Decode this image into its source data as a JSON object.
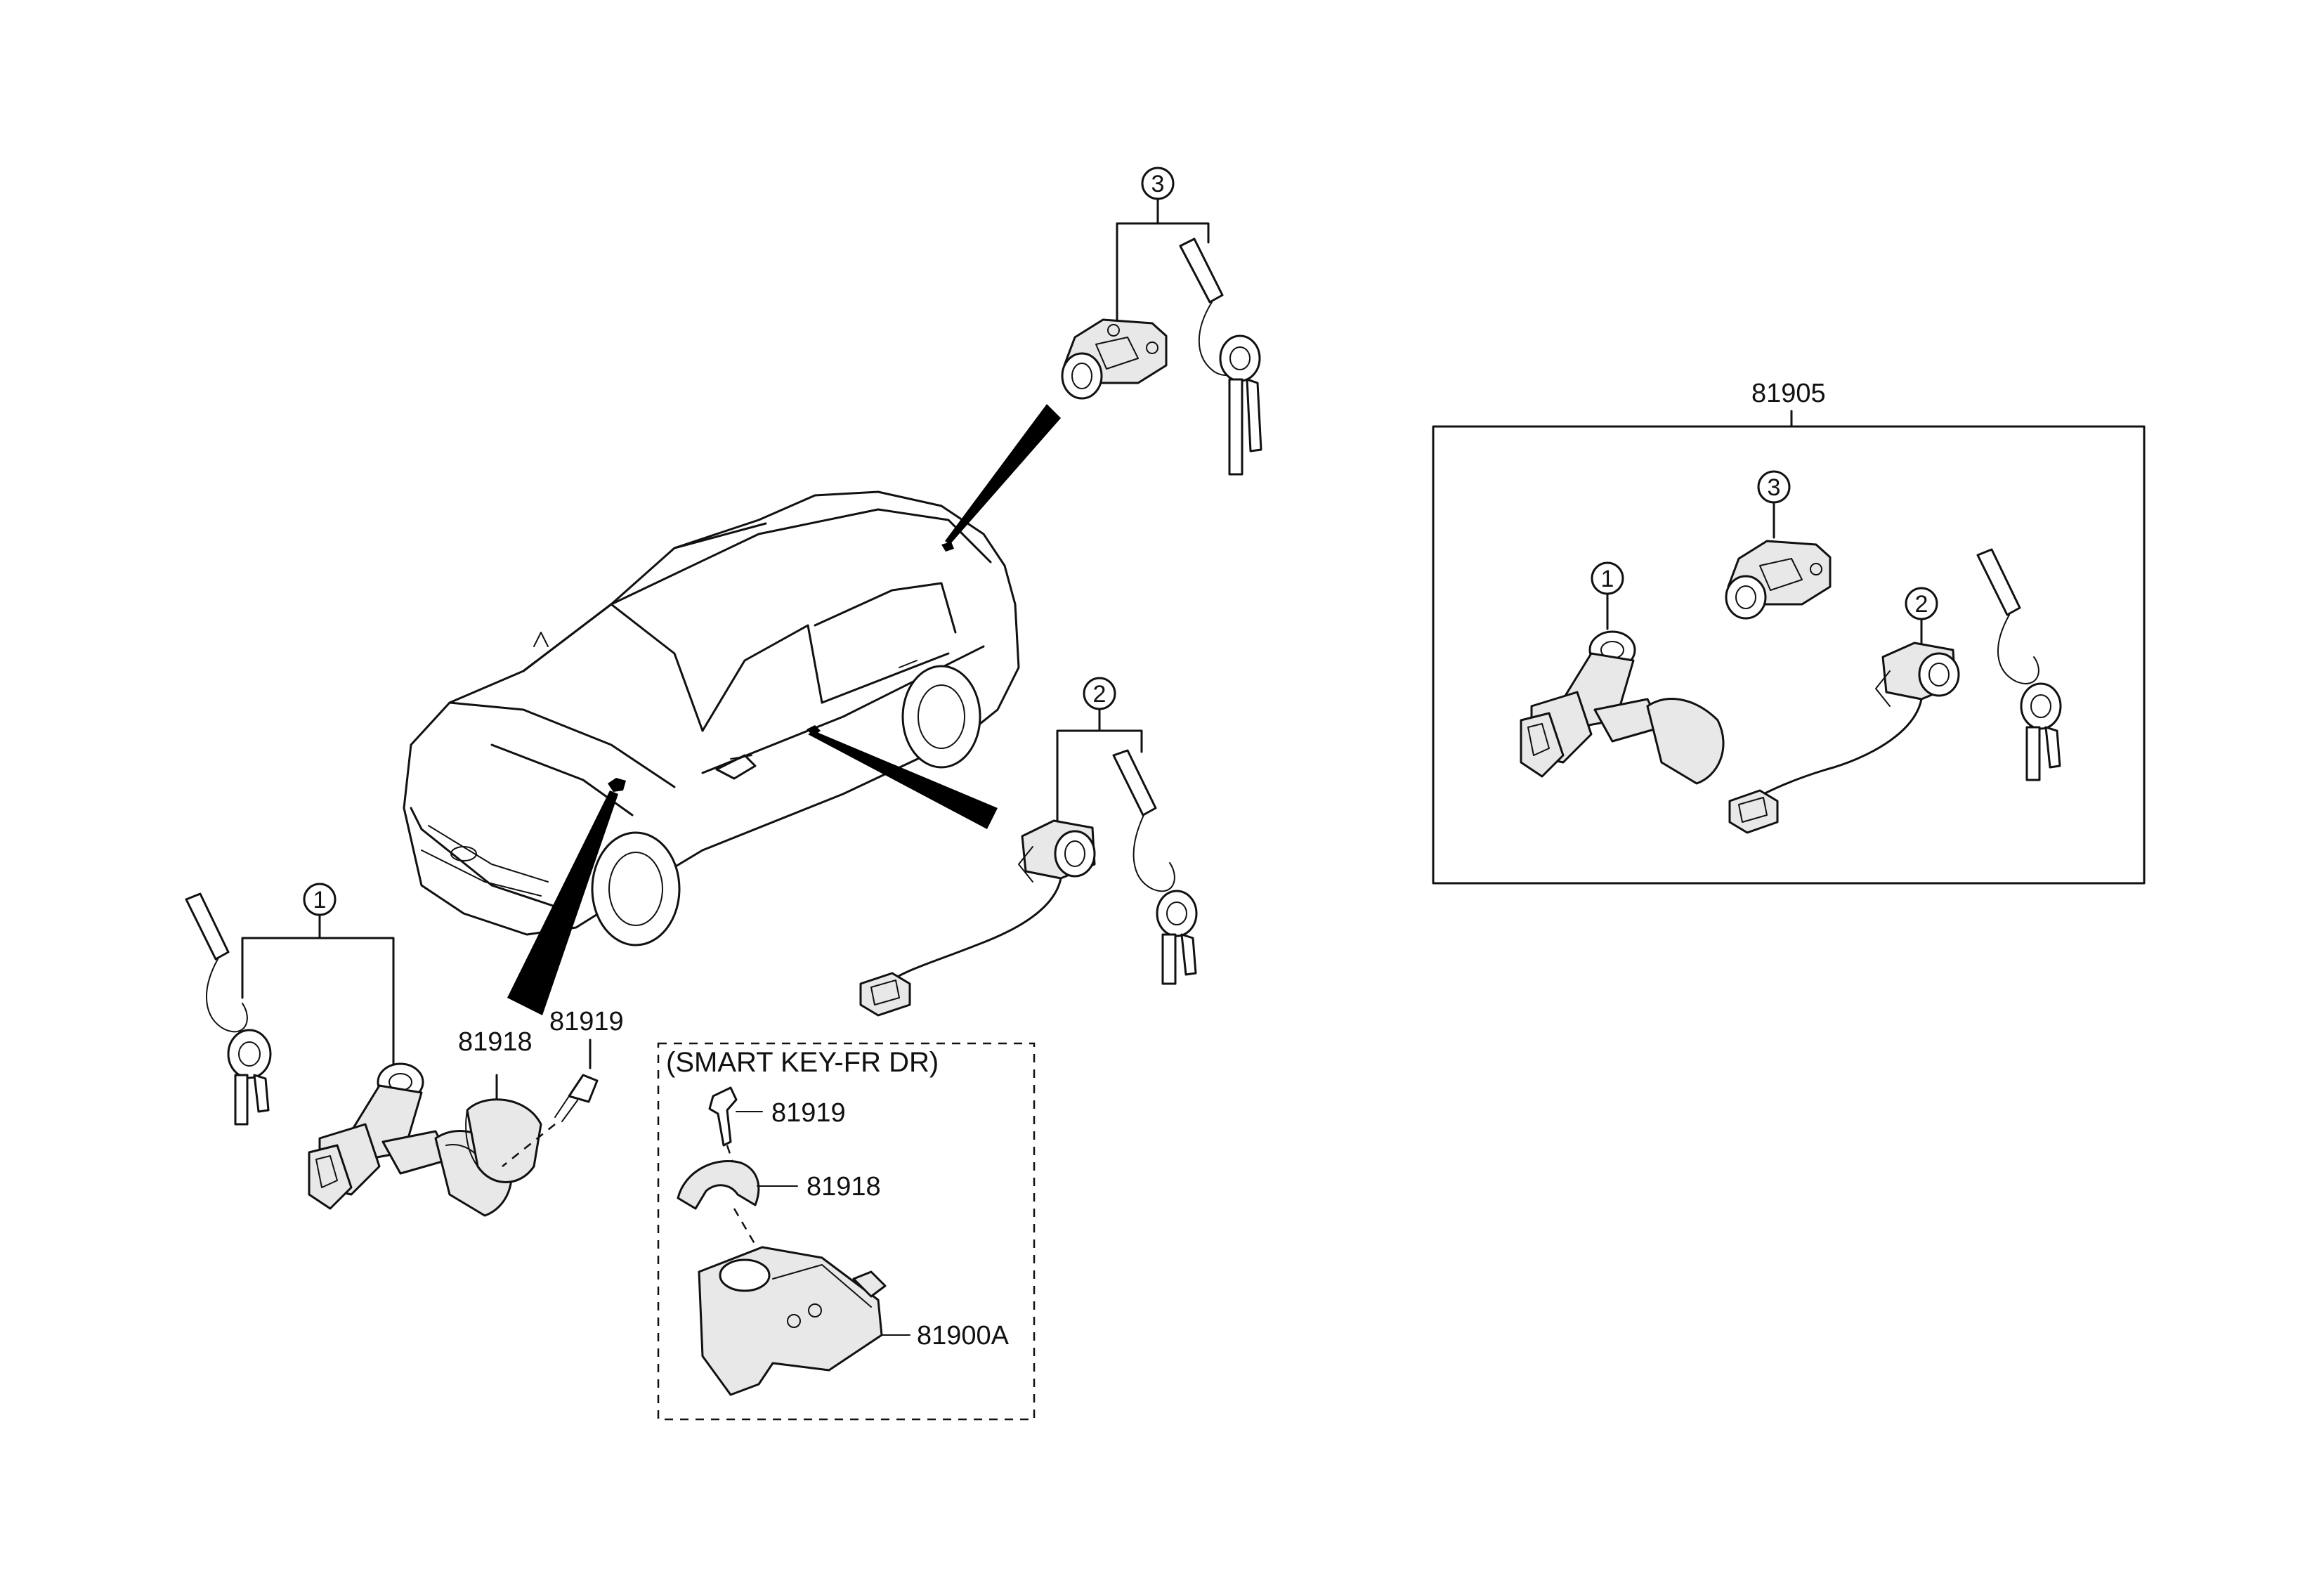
{
  "callouts": {
    "c1_main": "1",
    "c2_main": "2",
    "c3_main": "3",
    "c1_box": "1",
    "c2_box": "2",
    "c3_box": "3"
  },
  "parts": {
    "p81905": "81905",
    "p81918_left": "81918",
    "p81919_left": "81919",
    "p81919_box": "81919",
    "p81918_box": "81918",
    "p81900A": "81900A"
  },
  "smart_key_box": {
    "title": "(SMART KEY-FR DR)"
  }
}
